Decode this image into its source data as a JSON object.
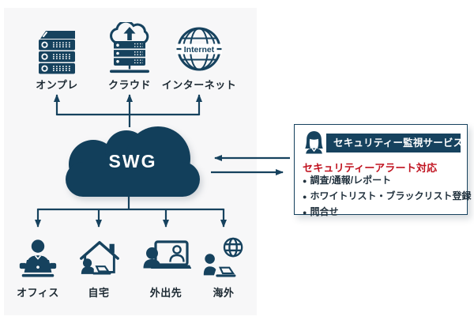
{
  "colors": {
    "navy": "#16425e",
    "red": "#c0121f",
    "diagram_bg": "#f7f7f8",
    "panel_bg": "#ffffff",
    "label_text": "#1d2a33"
  },
  "swg": {
    "label": "SWG"
  },
  "top_nodes": [
    {
      "label": "オンプレ",
      "icon": "server-icon"
    },
    {
      "label": "クラウド",
      "icon": "cloud-server-icon"
    },
    {
      "label": "インターネット",
      "icon": "internet-globe-icon",
      "globe_text": "Internet"
    }
  ],
  "bottom_nodes": [
    {
      "label": "オフィス",
      "icon": "office-worker-icon"
    },
    {
      "label": "自宅",
      "icon": "home-worker-icon"
    },
    {
      "label": "外出先",
      "icon": "video-call-icon"
    },
    {
      "label": "海外",
      "icon": "overseas-worker-icon"
    }
  ],
  "panel": {
    "title": "セキュリティー監視サービス",
    "heading": "セキュリティーアラート対応",
    "bullet_char": "●",
    "bullets": [
      "調査/通報/レポート",
      "ホワイトリスト・ブラックリスト登録",
      "問合せ"
    ]
  }
}
